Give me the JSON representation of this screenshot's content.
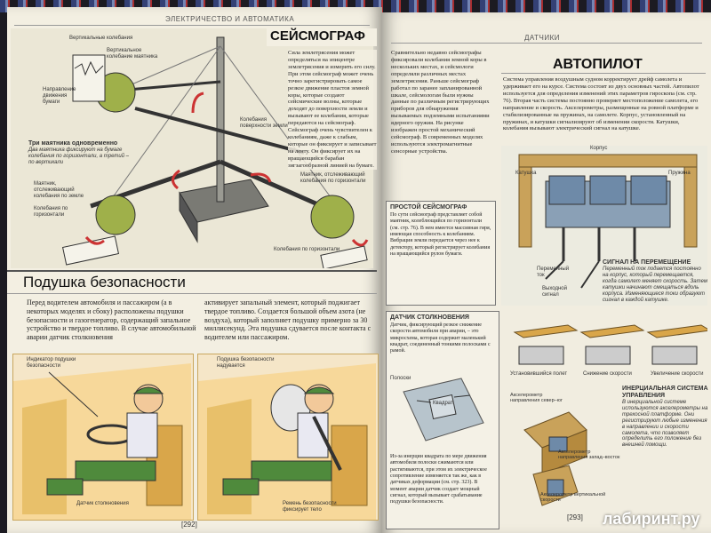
{
  "left_page": {
    "section": "ЭЛЕКТРИЧЕСТВО И АВТОМАТИКА",
    "seismo": {
      "title": "СЕЙСМОГРАФ",
      "text": "Сила землетрясения может определяться на эпицентре землетрясения и измерить его силу. При этом сейсмограф может очень точно зарегистрировать самое резкое движение пластов земной коры, которые создают сейсмические волны, которые доходят до поверхности земли и вызывают ее колебания, которые передаются на сейсмограф. Сейсмограф очень чувствителен к колебаниям, даже к слабым, которые он фиксирует и записывает на ленту. Он фиксирует их на вращающийся барабан зигзагообразной линией на бумаге.",
      "cap_vertical": "Вертикальные колебания",
      "cap_vertical2": "Вертикальное колебание маятника",
      "cap_paper": "Направление движения бумаги",
      "cap_three_title": "Три маятника одновременно",
      "cap_three_text": "Два маятника фиксируют на бумаге колебания по горизонтали, а третий – по вертикали",
      "cap_pend_left": "Маятник, отслеживающий колебания по земле",
      "cap_horiz_left": "Колебания по горизонтали",
      "cap_rot": "Колебания поверхности земли",
      "cap_pend_right": "Маятник, отслеживающий колебания по горизонтали",
      "cap_horiz_right": "Колебания по горизонтали"
    },
    "airbag": {
      "title": "Подушка безопасности",
      "text_left": "Перед водителем автомобиля и пассажиром (а в некоторых моделях и сбоку) расположены подушки безопасности и газогенератор, содержащий запальное устройство и твердое топливо. В случае автомобильной аварии датчик столкновения",
      "text_right": "активирует запальный элемент, который поджигает твердое топливо. Создается большой объем азота (не воздуха), который заполняет подушку примерно за 30 миллисекунд. Эта подушка сдувается после контакта с водителем или пассажиром.",
      "cap_indicator": "Индикатор подушки безопасности",
      "cap_inflates": "Подушка безопасности надувается",
      "cap_sensor": "Датчик столкновения",
      "cap_belt": "Ремень безопасности фиксирует тело"
    },
    "page_number": "[292]"
  },
  "right_page": {
    "section": "ДАТЧИКИ",
    "col_text": "Сравнительно недавно сейсмографы фиксировали колебания земной коры в нескольких местах, и сейсмологи определяли различных местах землетрясения. Раньше сейсмограф работал по заранее запланированной шкале, сейсмологам были нужны данные по различным регистрирующих приборов для обнаружения вызываемых подземными испытаниями ядерного оружия. На рисунке изображен простой механический сейсмограф. В современных моделях используются электромагнитные сенсорные устройства.",
    "simple_title": "ПРОСТОЙ СЕЙСМОГРАФ",
    "simple_text": "По сути сейсмограф представляет собой маятник, колеблющийся по горизонтали (см. стр. 76). В нем имеется массивная гиря, имеющая способность к колебаниям. Вибрация земли передается через нее к детектору, который регистрирует колебания на вращающийся рулон бумаги.",
    "autopilot": {
      "title": "АВТОПИЛОТ",
      "text": "Система управления воздушным судном корректирует дрейф самолета и удерживает его на курсе. Система состоит из двух основных частей. Автопилот используется для определения изменений этих параметров гироскопа (см. стр. 76). Вторая часть системы постоянно проверяет местоположение самолета, его направление и скорость. Акселерометры, размещенные на ровной платформе и стабилизированные на пружинах, на самолете. Корпус, установленный на пружинах, и катушки сигнализируют об изменении скорости. Катушки, колебания вызывают электрический сигнал на катушке.",
      "cap_body": "Корпус",
      "cap_coil": "Катушка",
      "cap_spring": "Пружина",
      "cap_current": "Переменный ток",
      "cap_output": "Выходной сигнал",
      "sig_title": "СИГНАЛ НА ПЕРЕМЕЩЕНИЕ",
      "sig_text": "Переменный ток подается постоянно на корпус, который перемещается, когда самолет меняет скорость. Затем катушки начинают смещаться вдоль корпуса. Изменяющиеся токи образуют сигнал в каждой катушке.",
      "cap_steady": "Установившийся полет",
      "cap_slow": "Снижение скорости",
      "cap_fast": "Увеличение скорости",
      "inertial_title": "ИНЕРЦИАЛЬНАЯ СИСТЕМА УПРАВЛЕНИЯ",
      "inertial_text": "В инерциальной системе используются акселерометры на трехосной платформе. Они регистрируют любые изменения в направлении и скорости самолета, что позволяет определить его положение без внешней помощи.",
      "acc1": "Акселерометр направления север–юг",
      "acc2": "Акселерометр направления запад–восток",
      "acc3": "Акселерометр вертикальной скорости"
    },
    "crash": {
      "title": "ДАТЧИК СТОЛКНОВЕНИЯ",
      "text": "Датчик, фиксирующий резкое снижение скорости автомобиля при аварии, – это микросхема, которая содержит маленький квадрат, соединенный тонкими полосками с рамой.",
      "cap_strips": "Полоски",
      "cap_square": "Квадрат",
      "bottom_text": "Из-за инерции квадрата по мере движения автомобиля полоски сжимаются или растягиваются, при этом их электрическое сопротивление изменяется так же, как в датчиках деформации (см. стр. 323). В момент аварии датчик создает мощный сигнал, который вызывает срабатывание подушки безопасности."
    },
    "page_number": "[293]",
    "watermark": "лабиринт.ру"
  }
}
